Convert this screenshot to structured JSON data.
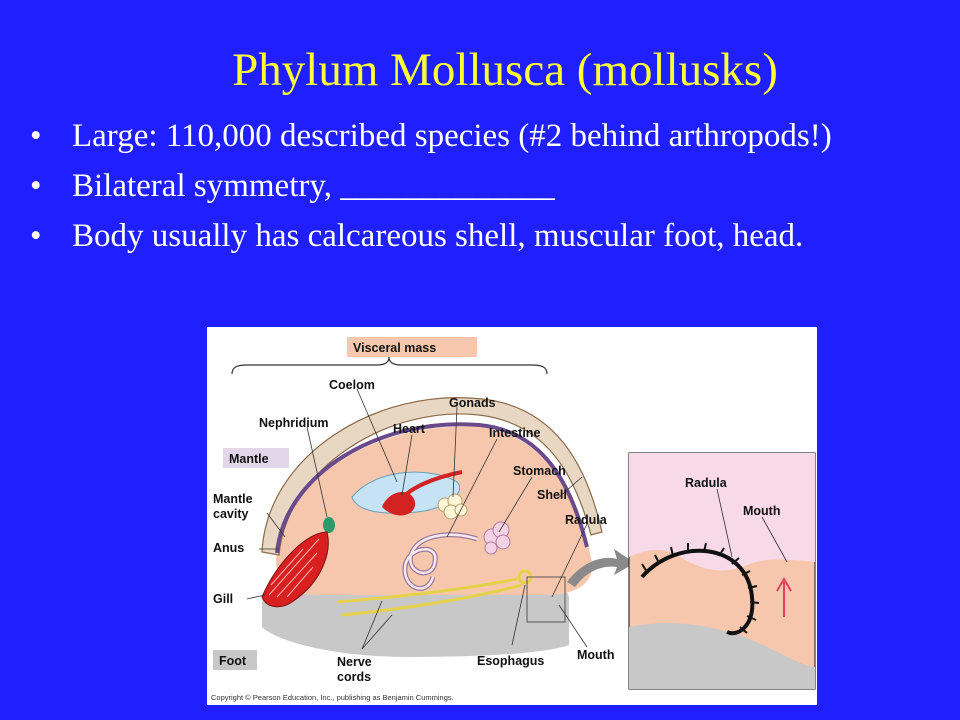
{
  "slide": {
    "title": "Phylum Mollusca (mollusks)",
    "bullets": [
      "Large: 110,000 described species (#2 behind arthropods!)",
      "Bilateral symmetry, _____________",
      "Body usually has calcareous shell, muscular foot, head."
    ],
    "bullet_glyph": "•",
    "colors": {
      "background": "#1f1fff",
      "title": "#ffff33",
      "text": "#ffffff"
    }
  },
  "diagram": {
    "labels": {
      "visceral_mass": "Visceral mass",
      "coelom": "Coelom",
      "gonads": "Gonads",
      "nephridium": "Nephridium",
      "heart": "Heart",
      "intestine": "Intestine",
      "mantle": "Mantle",
      "stomach": "Stomach",
      "mantle_cavity_1": "Mantle",
      "mantle_cavity_2": "cavity",
      "shell": "Shell",
      "radula": "Radula",
      "anus": "Anus",
      "gill": "Gill",
      "foot": "Foot",
      "nerve_cords_1": "Nerve",
      "nerve_cords_2": "cords",
      "esophagus": "Esophagus",
      "mouth": "Mouth",
      "inset_radula": "Radula",
      "inset_mouth": "Mouth"
    },
    "copyright": "Copyright © Pearson Education, Inc., publishing as Benjamin Cummings."
  }
}
